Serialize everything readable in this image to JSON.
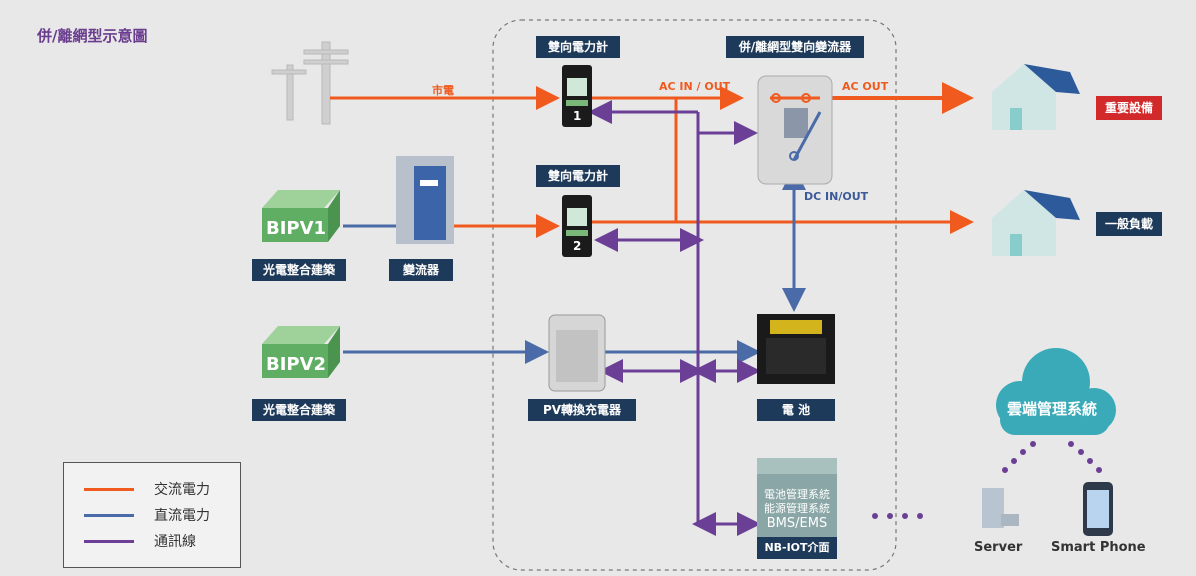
{
  "title": "併/離網型示意圖",
  "labels": {
    "meter_top": "雙向電力計",
    "meter_mid": "雙向電力計",
    "inverter_hybrid": "併/離網型雙向變流器",
    "bipv1_caption": "光電整合建築",
    "bipv2_caption": "光電整合建築",
    "inverter": "變流器",
    "pv_charger": "PV轉換充電器",
    "battery": "電 池",
    "ems_interface": "NB-IOT介面"
  },
  "panels": {
    "bipv1": "BIPV1",
    "bipv2": "BIPV2"
  },
  "meters": {
    "m1": "1",
    "m2": "2"
  },
  "annotations": {
    "grid": "市電",
    "ac_in_out": "AC IN / OUT",
    "ac_out": "AC OUT",
    "dc_in_out": "DC IN/OUT"
  },
  "loads": {
    "critical": "重要設備",
    "general": "一般負載"
  },
  "ems": {
    "line1": "電池管理系統",
    "line2": "能源管理系統",
    "line3": "BMS/EMS"
  },
  "cloud": {
    "label": "雲端管理系統",
    "server": "Server",
    "phone": "Smart Phone"
  },
  "legend": [
    {
      "label": "交流電力",
      "color": "#f05a1e"
    },
    {
      "label": "直流電力",
      "color": "#4a6aa8"
    },
    {
      "label": "通訊線",
      "color": "#6b3f96"
    }
  ],
  "colors": {
    "ac": "#f05a1e",
    "dc": "#4a6aa8",
    "comm": "#6b3f96",
    "label_bg": "#1e3a5a",
    "critical_bg": "#d22a2a",
    "cloud": "#3aaab8"
  }
}
